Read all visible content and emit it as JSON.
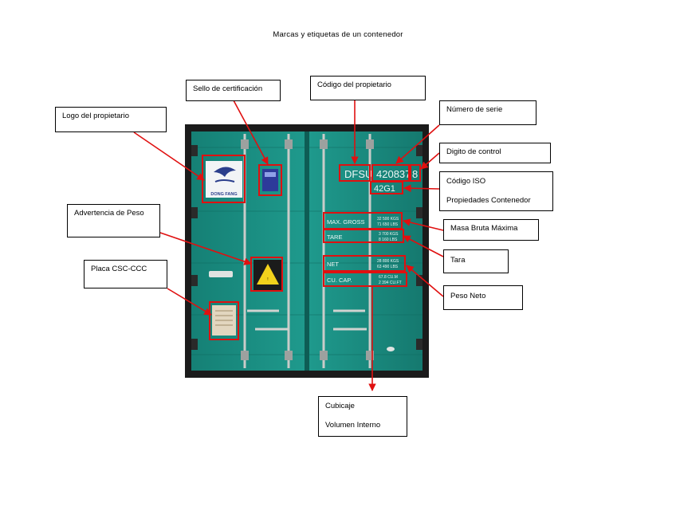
{
  "title": "Marcas y etiquetas de un contenedor",
  "labels": {
    "logo_propietario": "Logo del propietario",
    "sello_certificacion": "Sello de certificación",
    "codigo_propietario": "Código del propietario",
    "numero_serie": "Número de serie",
    "digito_control": "Digito de control",
    "codigo_iso": "Código ISO",
    "propiedades_contenedor": "Propiedades Contenedor",
    "advertencia_peso": "Advertencia de Peso",
    "masa_bruta_maxima": "Masa Bruta Máxima",
    "tara": "Tara",
    "placa_csc": "Placa CSC-CCC",
    "peso_neto": "Peso Neto",
    "cubicaje": "Cubicaje",
    "volumen_interno": "Volumen Interno"
  },
  "container": {
    "owner_code": "DFSU",
    "serial": "420837",
    "check_digit": "8",
    "iso_code": "42G1",
    "logo_text": "DONG FANG",
    "max_gross_label": "MAX. GROSS",
    "max_gross_values": [
      "32 500 KGS",
      "71 650 LBS"
    ],
    "tare_label": "TARE",
    "tare_values": [
      "3 700 KGS",
      "8 160 LBS"
    ],
    "net_label": "NET",
    "net_values": [
      "28 800 KGS",
      "63 490 LBS"
    ],
    "cu_cap_label": "CU. CAP.",
    "cu_cap_values": [
      "67.8 CU.M",
      "2 394 CU.FT"
    ]
  },
  "colors": {
    "container_teal": "#1a8f83",
    "annotation_red": "#e01010",
    "frame_dark": "#1b1b1b"
  }
}
